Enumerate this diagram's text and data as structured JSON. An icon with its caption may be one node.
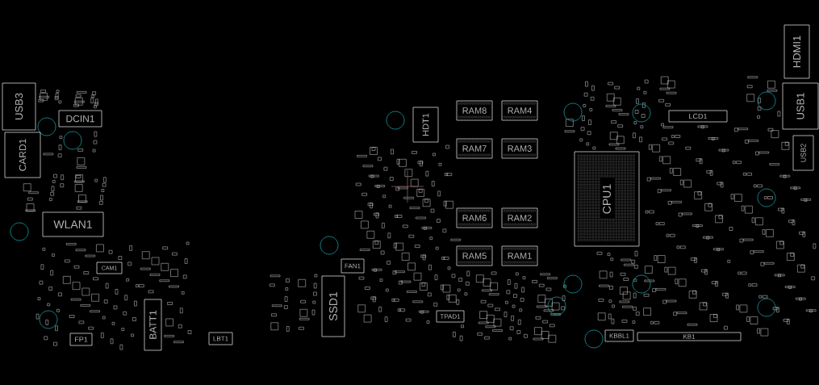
{
  "diagram": {
    "nodes": [
      {
        "text": [
          "HDMI1"
        ]
      },
      {
        "text": [
          "USB3"
        ]
      },
      {
        "text": [
          "USB1"
        ]
      },
      {
        "text": [
          "DCIN1"
        ]
      },
      {
        "text": [
          "RAM8"
        ]
      },
      {
        "text": [
          "RAM4"
        ]
      },
      {
        "text": [
          "LCD1"
        ]
      },
      {
        "text": [
          "HDT1"
        ]
      },
      {
        "text": [
          "CARD1"
        ]
      },
      {
        "text": [
          "RAM7"
        ]
      },
      {
        "text": [
          "RAM3"
        ]
      },
      {
        "text": [
          "USB2"
        ]
      },
      {
        "text": [
          "CPU1"
        ]
      },
      {
        "text": [
          "WLAN1"
        ]
      },
      {
        "text": [
          "RAM6"
        ]
      },
      {
        "text": [
          "RAM2"
        ]
      },
      {
        "text": [
          "RAM5"
        ]
      },
      {
        "text": [
          "RAM1"
        ]
      },
      {
        "text": [
          "CAM1"
        ]
      },
      {
        "text": [
          "FAN1"
        ]
      },
      {
        "text": [
          "SSD1"
        ]
      },
      {
        "text": [
          "BATT1"
        ]
      },
      {
        "text": [
          "TPAD1"
        ]
      },
      {
        "text": [
          "FP1"
        ]
      },
      {
        "text": [
          "KBBL1"
        ]
      },
      {
        "text": [
          "LBT1"
        ]
      },
      {
        "text": [
          "KB1"
        ]
      }
    ]
  }
}
